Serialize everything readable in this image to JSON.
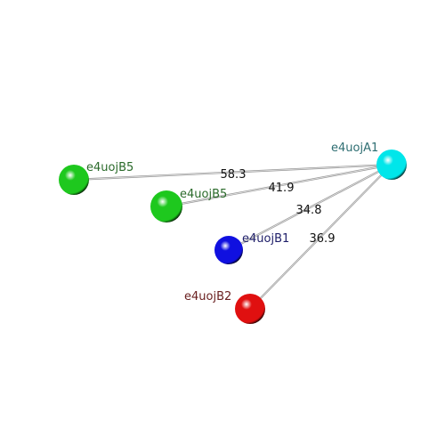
{
  "viewer": {
    "background": "#ffffff"
  },
  "atoms": [
    {
      "id": "A1",
      "label": "e4uojA1",
      "color": "#00e6ea",
      "label_color": "#2e6e72"
    },
    {
      "id": "B5a",
      "label": "e4uojB5",
      "color": "#1ec81e",
      "label_color": "#2a6a2a"
    },
    {
      "id": "B5b",
      "label": "e4uojB5",
      "color": "#1ec81e",
      "label_color": "#2a6a2a"
    },
    {
      "id": "B1",
      "label": "e4uojB1",
      "color": "#1010e0",
      "label_color": "#20206a"
    },
    {
      "id": "B2",
      "label": "e4uojB2",
      "color": "#e01010",
      "label_color": "#6a2020"
    }
  ],
  "distances": [
    {
      "from": "A1",
      "to": "B5a",
      "label": "58.3"
    },
    {
      "from": "A1",
      "to": "B5b",
      "label": "41.9"
    },
    {
      "from": "A1",
      "to": "B1",
      "label": "34.8"
    },
    {
      "from": "A1",
      "to": "B2",
      "label": "36.9"
    }
  ]
}
